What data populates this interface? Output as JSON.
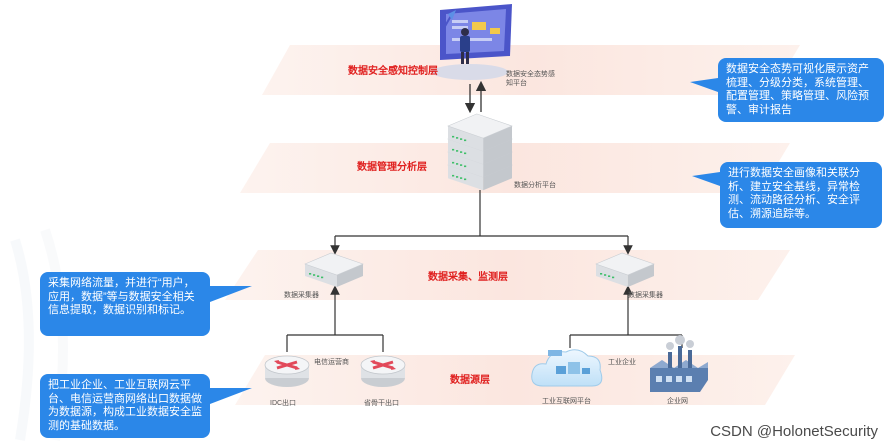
{
  "layers": {
    "perception": {
      "title": "数据安全感知控制层",
      "platform_label": "数据安全态势感知平台"
    },
    "management": {
      "title": "数据管理分析层",
      "platform_label": "数据分析平台"
    },
    "collection": {
      "title": "数据采集、监测层",
      "left_label": "数据采集器",
      "right_label": "数据采集器"
    },
    "source": {
      "title": "数据源层",
      "telecom_label": "电信运营商",
      "idc_label": "IDC出口",
      "backbone_label": "省骨干出口",
      "industry_label": "工业企业",
      "platform_label": "工业互联网平台",
      "enterprise_label": "企业网"
    }
  },
  "callouts": {
    "top_right": "数据安全态势可视化展示资产梳理、分级分类，系统管理、配置管理、策略管理、风险预警、审计报告",
    "mid_right": "进行数据安全画像和关联分析、建立安全基线，异常检测、流动路径分析、安全评估、溯源追踪等。",
    "mid_left": "采集网络流量，并进行“用户，应用，数据”等与数据安全相关信息提取，数据识别和标记。",
    "bottom_left": "把工业企业、工业互联网云平台、电信运营商网络出口数据做为数据源，构成工业数据安全监测的基础数据。"
  },
  "colors": {
    "layer_band": "#fbe9e3",
    "title_red": "#e0201f",
    "callout_blue": "#2b87e8",
    "router_red": "#e2495a"
  },
  "watermark": "CSDN @HolonetSecurity"
}
